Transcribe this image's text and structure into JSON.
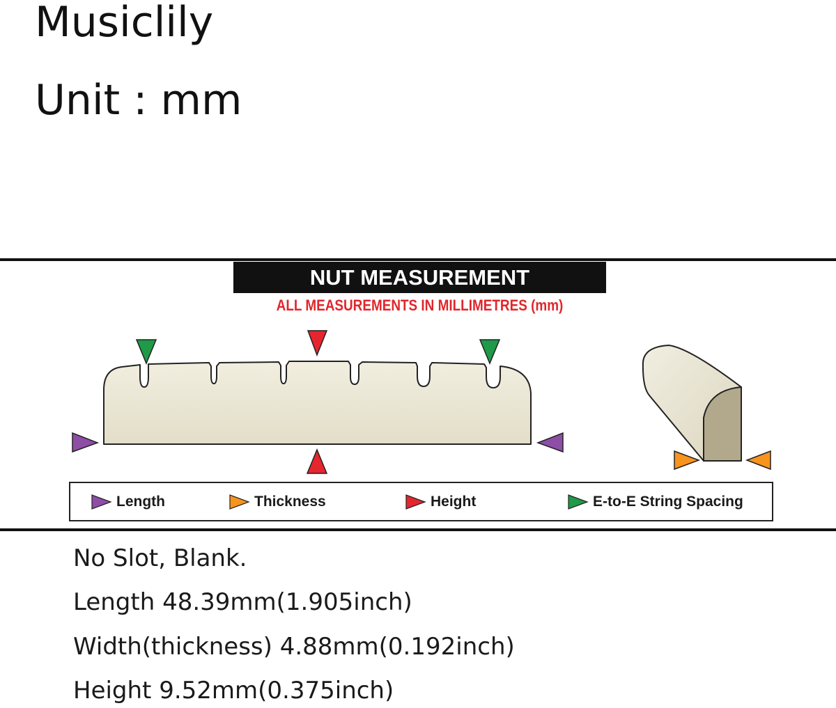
{
  "header": {
    "brand": "Musiclily",
    "unit": "Unit : mm"
  },
  "diagram": {
    "banner_title": "NUT MEASUREMENT",
    "subtitle": "ALL MEASUREMENTS IN MILLIMETRES (mm)",
    "colors": {
      "length": "#8e4ea6",
      "thickness": "#f7941d",
      "height": "#e5262e",
      "spacing": "#1e9a48",
      "nut_fill": "#e9e5d3",
      "nut_side": "#b2a98c",
      "outline": "#222222",
      "subtitle": "#e0262b"
    },
    "legend": [
      {
        "key": "length",
        "label": "Length"
      },
      {
        "key": "thickness",
        "label": "Thickness"
      },
      {
        "key": "height",
        "label": "Height"
      },
      {
        "key": "spacing",
        "label": "E-to-E String Spacing"
      }
    ]
  },
  "specs": [
    "No Slot, Blank.",
    "Length 48.39mm(1.905inch)",
    "Width(thickness) 4.88mm(0.192inch)",
    "Height 9.52mm(0.375inch)"
  ]
}
